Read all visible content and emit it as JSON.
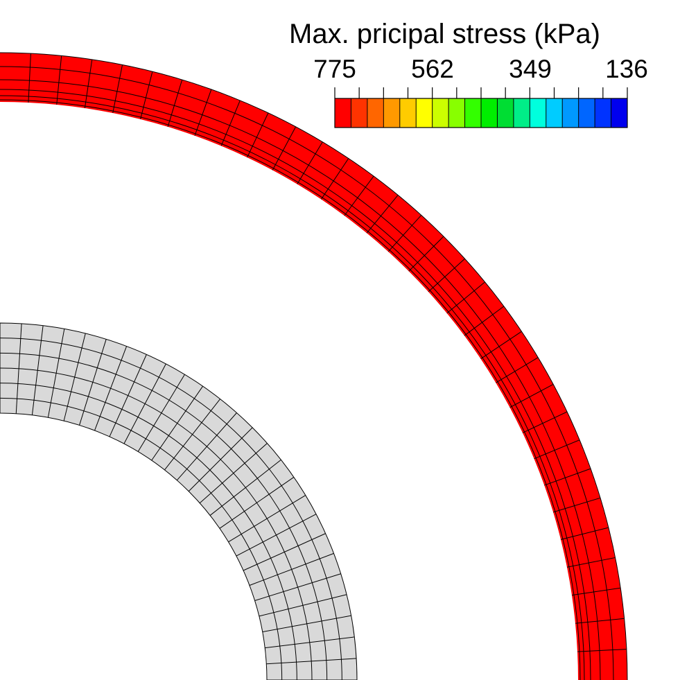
{
  "legend": {
    "title": "Max. pricipal stress (kPa)",
    "tick_labels": [
      "775",
      "562",
      "349",
      "136"
    ],
    "colors": [
      "#ff0000",
      "#ff3300",
      "#ff6600",
      "#ff9900",
      "#ffcc00",
      "#ffff00",
      "#ccff00",
      "#88ff00",
      "#33ff00",
      "#00ee00",
      "#00dd33",
      "#00ee88",
      "#00ffdd",
      "#00ccff",
      "#0099ff",
      "#0066ff",
      "#0033ff",
      "#0000ee"
    ]
  },
  "colors": {
    "mesh_line": "#000000",
    "unloaded_fill": "#d9d9d9",
    "background": "#ffffff"
  },
  "stress_gradient_stops": [
    "#ff0000",
    "#ff9900",
    "#ffff00",
    "#33ff00",
    "#00dd66",
    "#00ffdd",
    "#00aaff",
    "#0044ff",
    "#0000ee"
  ]
}
